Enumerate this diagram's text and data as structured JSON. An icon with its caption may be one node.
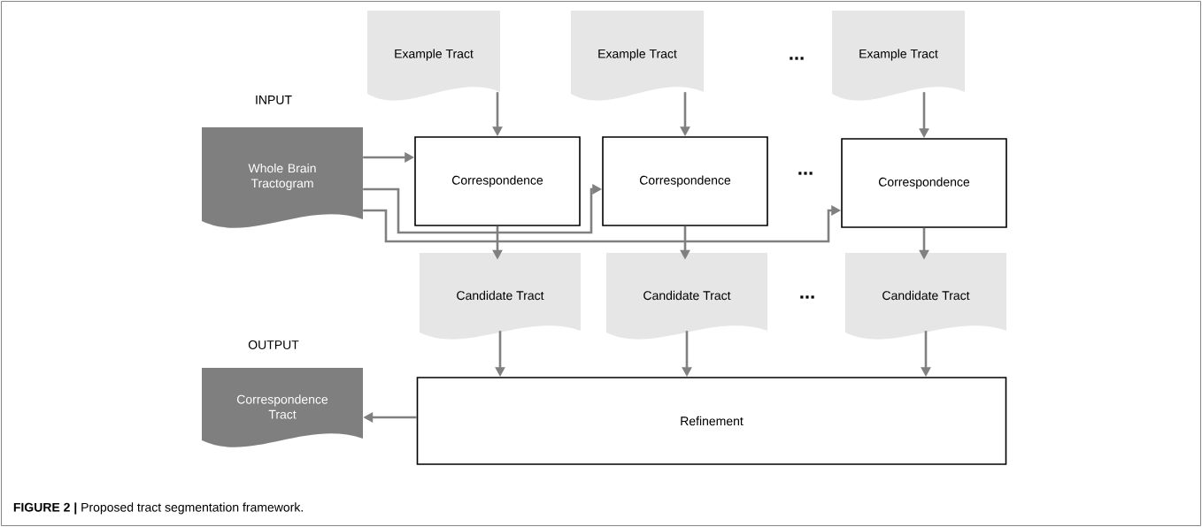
{
  "diagram": {
    "caption": "**FIGURE 2 |** Proposed tract segmentation framework.",
    "nodes": [
      {
        "text": [
          "Example Tract"
        ]
      },
      {
        "text": [
          "Example Tract"
        ]
      },
      {
        "text": [
          "Example Tract"
        ]
      },
      {
        "text": [
          "Whole Brain Tractogram"
        ]
      },
      {
        "text": [
          "Correspondence"
        ]
      },
      {
        "text": [
          "Correspondence"
        ]
      },
      {
        "text": [
          "Correspondence"
        ]
      },
      {
        "text": [
          "Candidate Tract"
        ]
      },
      {
        "text": [
          "Candidate Tract"
        ]
      },
      {
        "text": [
          "Candidate Tract"
        ]
      },
      {
        "text": [
          "Refinement"
        ]
      },
      {
        "text": [
          "Correspondence Tract"
        ]
      }
    ],
    "edges": [
      {
        "from": 0,
        "to": 4,
        "arrow": "to"
      },
      {
        "from": 1,
        "to": 5,
        "arrow": "to"
      },
      {
        "from": 2,
        "to": 6,
        "arrow": "to"
      },
      {
        "from": 3,
        "to": 4,
        "arrow": "to"
      },
      {
        "from": 3,
        "to": 5,
        "arrow": "to"
      },
      {
        "from": 3,
        "to": 6,
        "arrow": "to"
      },
      {
        "from": 4,
        "to": 7,
        "arrow": "to"
      },
      {
        "from": 5,
        "to": 8,
        "arrow": "to"
      },
      {
        "from": 6,
        "to": 9,
        "arrow": "to"
      },
      {
        "from": 7,
        "to": 10,
        "arrow": "to"
      },
      {
        "from": 8,
        "to": 10,
        "arrow": "to"
      },
      {
        "from": 9,
        "to": 10,
        "arrow": "to"
      },
      {
        "from": 10,
        "to": 11,
        "arrow": "to"
      }
    ],
    "labels": [
      "...",
      "INPUT",
      "...",
      "...",
      "OUTPUT"
    ]
  }
}
